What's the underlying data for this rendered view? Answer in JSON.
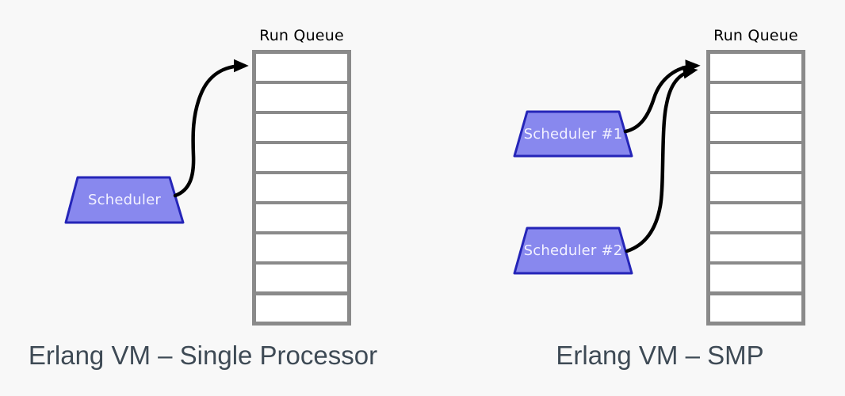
{
  "colors": {
    "background": "#f8f8f8",
    "trapezoid_fill": "#8888ee",
    "trapezoid_border": "#2525b8",
    "queue_border": "#8a8a8a",
    "queue_cell_fill": "#ffffff",
    "arrow": "#000000",
    "caption_text": "#3e4a55",
    "label_text": "#000000",
    "scheduler_text": "#f2f1ff"
  },
  "run_queue": {
    "cell_count": 9
  },
  "left_diagram": {
    "queue_label": "Run Queue",
    "scheduler_label": "Scheduler",
    "caption": "Erlang VM – Single Processor"
  },
  "right_diagram": {
    "queue_label": "Run Queue",
    "scheduler1_label": "Scheduler #1",
    "scheduler2_label": "Scheduler #2",
    "caption": "Erlang VM – SMP"
  }
}
